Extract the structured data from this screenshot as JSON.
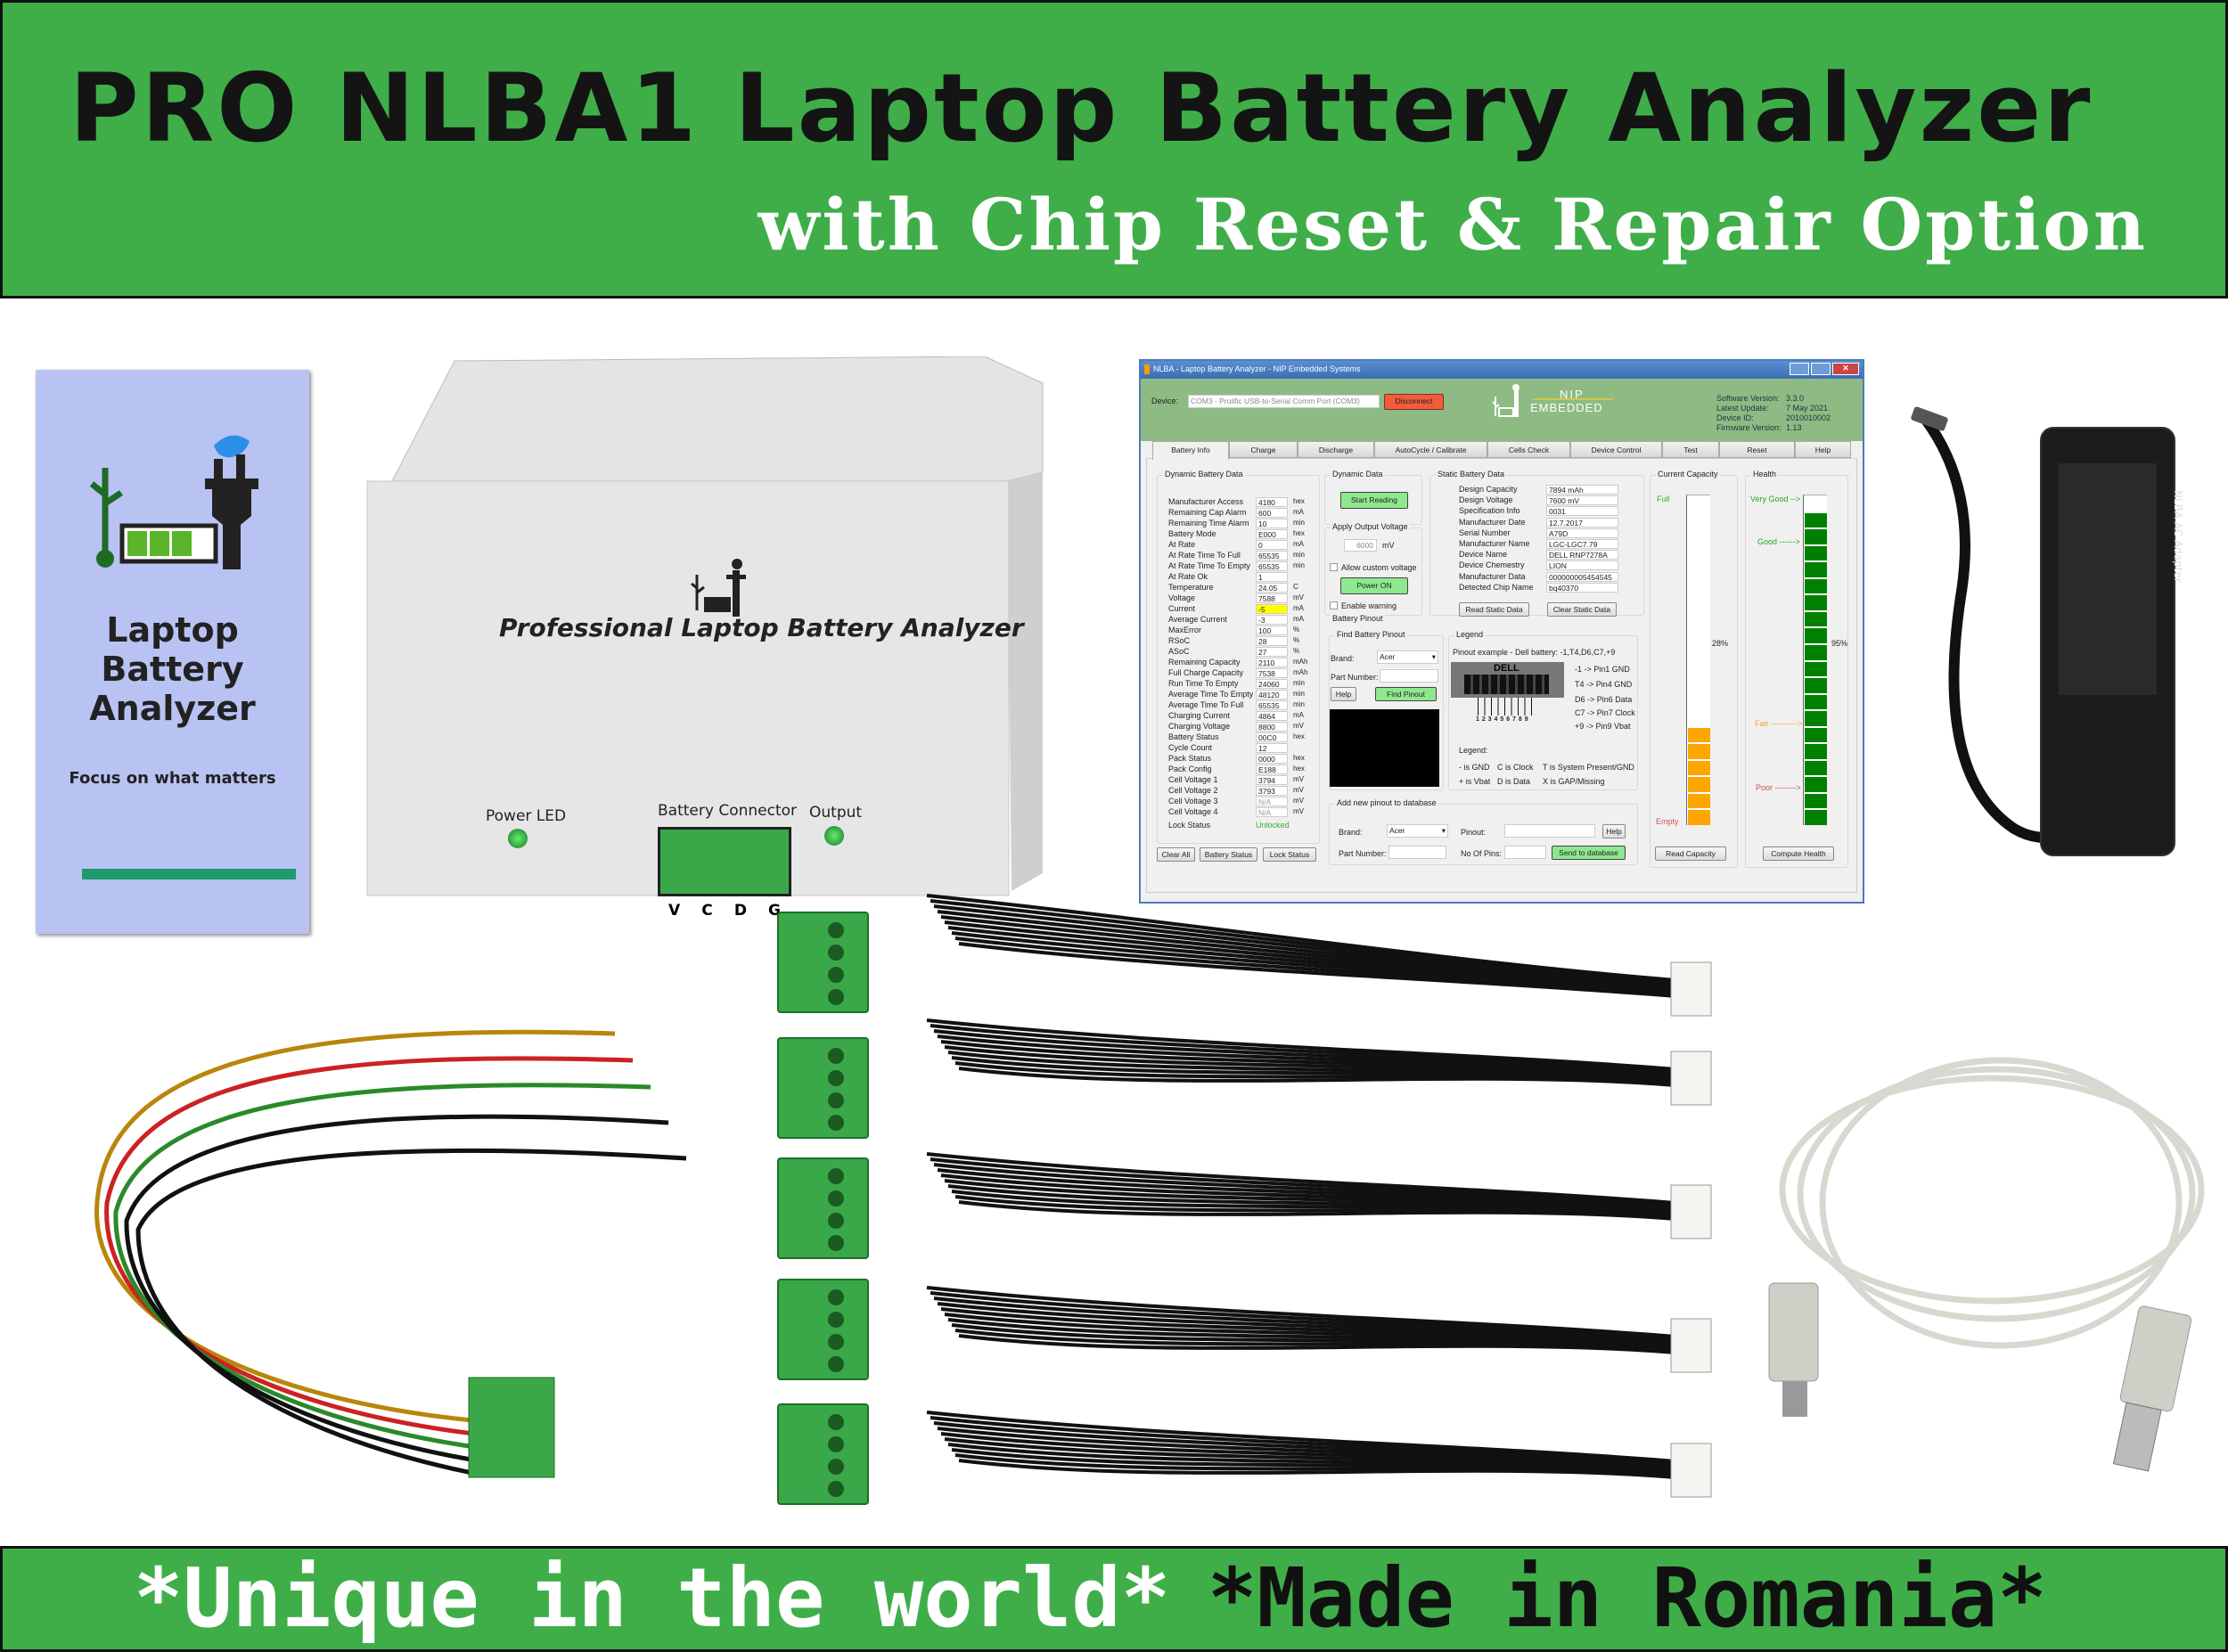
{
  "banner": {
    "title": "PRO NLBA1 Laptop Battery Analyzer",
    "subtitle": "with Chip Reset & Repair Option",
    "footer_left": "*Unique in the world*",
    "footer_right": "*Made in Romania*",
    "color": "#3fae49"
  },
  "pamphlet": {
    "line1": "Laptop",
    "line2": "Battery",
    "line3": "Analyzer",
    "tagline": "Focus on what matters"
  },
  "device": {
    "label": "Professional Laptop Battery Analyzer",
    "power_led": "Power LED",
    "connector": "Battery Connector",
    "output": "Output",
    "pins": [
      "V",
      "C",
      "D",
      "G"
    ]
  },
  "adapter": {
    "label": "NLBA AC Adapter"
  },
  "software": {
    "title": "NLBA - Laptop Battery Analyzer - NIP Embedded Systems",
    "device_label": "Device:",
    "device_value": "COM3 - Prolific USB-to-Serial Comm Port (COM3)",
    "disconnect": "Disconnect",
    "logo_top": "NIP",
    "logo_bottom": "EMBEDDED",
    "versions": [
      [
        "Software Version:",
        "3.3.0"
      ],
      [
        "Latest Update:",
        "7 May 2021"
      ],
      [
        "Device ID:",
        "2010010002"
      ],
      [
        "Firmware Version:",
        "1.13"
      ]
    ],
    "tabs": [
      "Battery Info",
      "Charge",
      "Discharge",
      "AutoCycle / Calibrate",
      "Cells Check",
      "Device Control",
      "Test",
      "Reset",
      "Help"
    ],
    "active_tab": "Battery Info",
    "dynamic_group": "Dynamic Battery Data",
    "dynamic_rows": [
      [
        "Manufacturer Access",
        "4180",
        "hex"
      ],
      [
        "Remaining Cap Alarm",
        "600",
        "mA"
      ],
      [
        "Remaining Time Alarm",
        "10",
        "min"
      ],
      [
        "Battery Mode",
        "E000",
        "hex"
      ],
      [
        "At Rate",
        "0",
        "mA"
      ],
      [
        "At Rate Time To Full",
        "65535",
        "min"
      ],
      [
        "At Rate Time To Empty",
        "65535",
        "min"
      ],
      [
        "At Rate Ok",
        "1",
        ""
      ],
      [
        "Temperature",
        "24.05",
        "C"
      ],
      [
        "Voltage",
        "7588",
        "mV"
      ],
      [
        "Current",
        "-5",
        "mA"
      ],
      [
        "Average Current",
        "-3",
        "mA"
      ],
      [
        "MaxError",
        "100",
        "%"
      ],
      [
        "RSoC",
        "28",
        "%"
      ],
      [
        "ASoC",
        "27",
        "%"
      ],
      [
        "Remaining Capacity",
        "2110",
        "mAh"
      ],
      [
        "Full Charge Capacity",
        "7538",
        "mAh"
      ],
      [
        "Run Time To Empty",
        "24060",
        "min"
      ],
      [
        "Average Time To Empty",
        "48120",
        "min"
      ],
      [
        "Average Time To Full",
        "65535",
        "min"
      ],
      [
        "Charging Current",
        "4864",
        "mA"
      ],
      [
        "Charging Voltage",
        "8800",
        "mV"
      ],
      [
        "Battery Status",
        "00C0",
        "hex"
      ],
      [
        "Cycle Count",
        "12",
        ""
      ],
      [
        "Pack Status",
        "0000",
        "hex"
      ],
      [
        "Pack Config",
        "E188",
        "hex"
      ],
      [
        "Cell Voltage 1",
        "3794",
        "mV"
      ],
      [
        "Cell Voltage 2",
        "3793",
        "mV"
      ],
      [
        "Cell Voltage 3",
        "N/A",
        "mV"
      ],
      [
        "Cell Voltage 4",
        "N/A",
        "mV"
      ]
    ],
    "lock_label": "Lock Status",
    "lock_value": "Unlocked",
    "left_buttons": [
      "Clear All",
      "Battery Status",
      "Lock Status"
    ],
    "dyn_data_group": "Dynamic Data",
    "start_reading": "Start Reading",
    "output_group": "Apply Output Voltage",
    "output_value": "6000",
    "output_unit": "mV",
    "allow_custom": "Allow custom voltage",
    "power_on": "Power ON",
    "enable_warning": "Enable warning",
    "static_group": "Static Battery Data",
    "static_rows": [
      [
        "Design Capacity",
        "7894 mAh"
      ],
      [
        "Design Voltage",
        "7600 mV"
      ],
      [
        "Specification Info",
        "0031"
      ],
      [
        "Manufacturer Date",
        "12.7.2017"
      ],
      [
        "Serial Number",
        "A79D"
      ],
      [
        "Manufacturer Name",
        "LGC-LGC7.79"
      ],
      [
        "Device Name",
        "DELL RNP7278A"
      ],
      [
        "Device Chemestry",
        "LION"
      ],
      [
        "Manufacturer Data",
        "000000005454545"
      ],
      [
        "Detected Chip Name",
        "bq40370"
      ]
    ],
    "read_static": "Read Static Data",
    "clear_static": "Clear Static Data",
    "pinout_group": "Battery Pinout",
    "find_group": "Find Battery Pinout",
    "brand_label": "Brand:",
    "brand_value": "Acer",
    "part_label": "Part Number:",
    "help": "Help",
    "find_pinout": "Find Pinout",
    "legend_group": "Legend",
    "pinout_example": "Pinout example - Dell battery:   -1,T4,D6,C7,+9",
    "dell": "DELL",
    "pin_numbers": "1 2 3 4 5 6 7 8 9",
    "pin_map": [
      "-1 -> Pin1 GND",
      "T4 -> Pin4 GND",
      "D6 -> Pin6 Data",
      "C7 -> Pin7 Clock",
      "+9 -> Pin9 Vbat"
    ],
    "legend_title": "Legend:",
    "legend_items": [
      [
        "- is GND",
        "C is Clock",
        "T is System Present/GND"
      ],
      [
        "+ is Vbat",
        "D is Data",
        "X is GAP/Missing"
      ]
    ],
    "add_group": "Add new pinout to database",
    "pinout_label": "Pinout:",
    "pins_label": "No Of Pins:",
    "send": "Send to database",
    "capacity_group": "Current Capacity",
    "full": "Full",
    "empty": "Empty",
    "capacity_percent": 28,
    "capacity_text": "28%",
    "read_capacity": "Read Capacity",
    "capacity_color": "#ffa500",
    "health_group": "Health",
    "health_levels": [
      "Very Good -->",
      "Good ------>",
      "Fair ---------->",
      "Poor -------->"
    ],
    "health_percent": 95,
    "health_text": "95%",
    "compute_health": "Compute Health",
    "health_color": "#008000"
  }
}
